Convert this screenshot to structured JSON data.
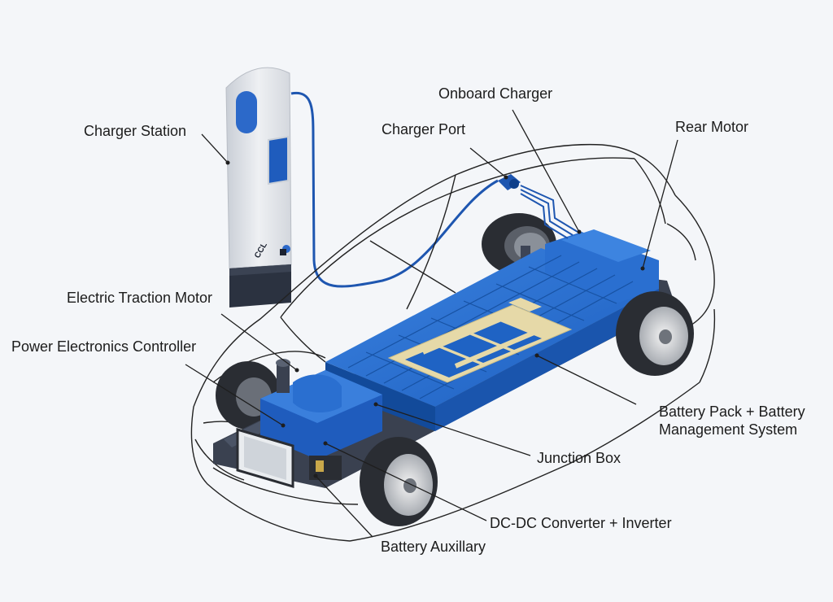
{
  "labels": {
    "onboard_charger": "Onboard Charger",
    "charger_station": "Charger Station",
    "charger_port": "Charger Port",
    "rear_motor": "Rear Motor",
    "electric_traction_motor": "Electric Traction Motor",
    "power_electronics_controller": "Power Electronics Controller",
    "battery_pack_line1": "Battery Pack + Battery",
    "battery_pack_line2": "Management System",
    "junction_box": "Junction Box",
    "dc_dc_converter": "DC-DC Converter + Inverter",
    "battery_auxiliary": "Battery Auxillary"
  },
  "station": {
    "logo_text": "CCL"
  },
  "colors": {
    "background": "#f4f6f9",
    "battery_blue": "#1f63c4",
    "battery_blue_dark": "#124a9a",
    "battery_blue_light": "#3d84e0",
    "battery_icon": "#e6d9a8",
    "station_body": "#e3e6ea",
    "station_base": "#2b3240",
    "cable": "#1e56b0",
    "tire": "#2a2d33",
    "car_outline": "#222222"
  }
}
